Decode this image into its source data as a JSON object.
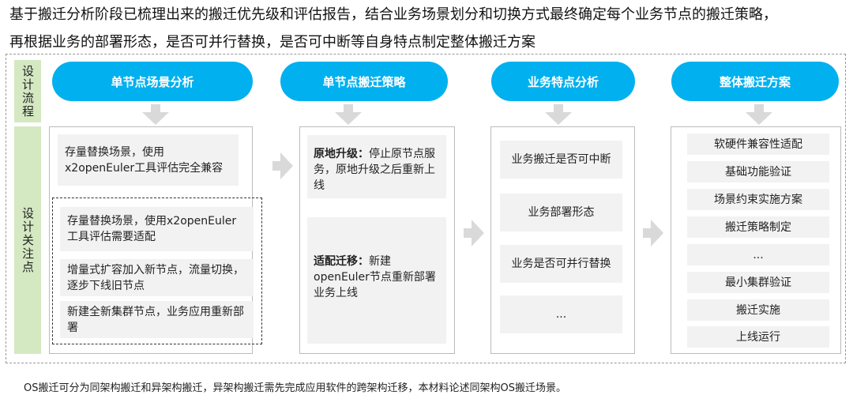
{
  "intro": [
    "基于搬迁分析阶段已梳理出来的搬迁优先级和评估报告，结合业务场景划分和切换方式最终确定每个业务节点的搬迁策略，",
    "再根据业务的部署形态，是否可并行替换，是否可中断等自身特点制定整体搬迁方案"
  ],
  "labels": {
    "flow": "设计流程",
    "focus": "设计关注点"
  },
  "stages": [
    "单节点场景分析",
    "单节点搬迁策略",
    "业务特点分析",
    "整体搬迁方案"
  ],
  "col1": [
    "存量替换场景，使用x2openEuler工具评估完全兼容",
    "存量替换场景，使用x2openEuler工具评估需要适配",
    "增量式扩容加入新节点，流量切换，逐步下线旧节点",
    "新建全新集群节点，业务应用重新部署"
  ],
  "col2": [
    {
      "bold": "原地升级：",
      "text": "停止原节点服务，原地升级之后重新上线"
    },
    {
      "bold": "适配迁移：",
      "text": "新建openEuler节点重新部署业务上线"
    }
  ],
  "col3": [
    "业务搬迁是否可中断",
    "业务部署形态",
    "业务是否可并行替换",
    "..."
  ],
  "col4": [
    "软硬件兼容性适配",
    "基础功能验证",
    "场景约束实施方案",
    "搬迁策略制定",
    "...",
    "最小集群验证",
    "搬迁实施",
    "上线运行"
  ],
  "footer": "OS搬迁可分为同架构搬迁和异架构搬迁，异架构搬迁需先完成应用软件的跨架构迁移，本材料论述同架构OS搬迁场景。",
  "colors": {
    "pill": "#00b0ef",
    "green": "#d4e8c2",
    "box": "#f2f2f2",
    "arrow": "#d9d9d9"
  }
}
